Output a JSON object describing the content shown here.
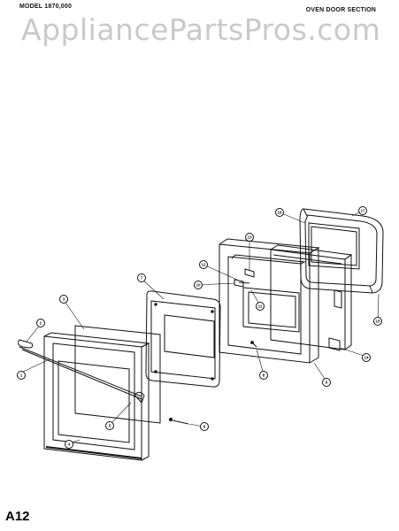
{
  "header": {
    "model": "MODEL 1870,000",
    "section": "OVEN DOOR SECTION"
  },
  "watermark": "AppliancePartsPros.com",
  "page_number": "A12",
  "callouts": [
    {
      "label": "1"
    },
    {
      "label": "2"
    },
    {
      "label": "3"
    },
    {
      "label": "4"
    },
    {
      "label": "5"
    },
    {
      "label": "6"
    },
    {
      "label": "7"
    },
    {
      "label": "8"
    },
    {
      "label": "9"
    },
    {
      "label": "10"
    },
    {
      "label": "11"
    },
    {
      "label": "12"
    },
    {
      "label": "13"
    },
    {
      "label": "14"
    },
    {
      "label": "15"
    },
    {
      "label": "16"
    },
    {
      "label": "17"
    }
  ]
}
